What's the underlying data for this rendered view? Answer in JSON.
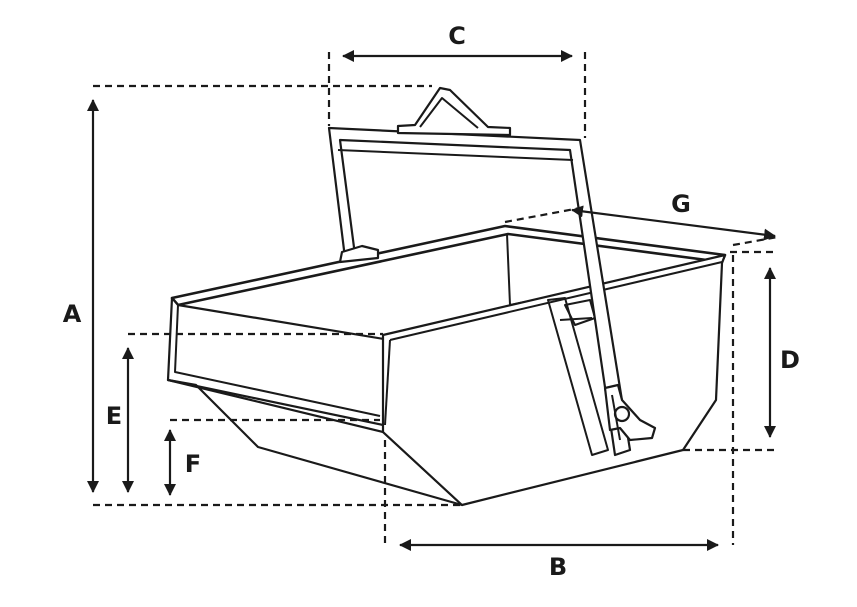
{
  "dimensions": {
    "a": "A",
    "b": "B",
    "c": "C",
    "d": "D",
    "e": "E",
    "f": "F",
    "g": "G"
  },
  "colors": {
    "line": "#1a1a1a",
    "background": "#ffffff"
  }
}
